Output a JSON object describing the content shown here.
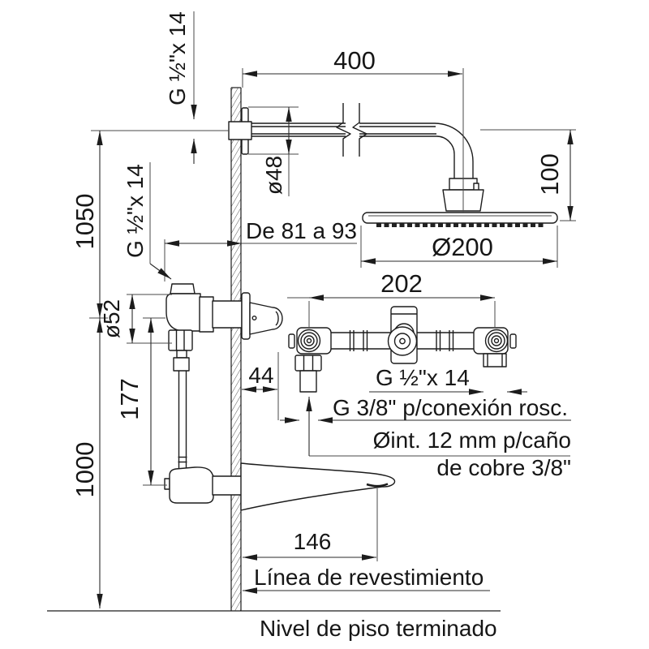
{
  "drawing": {
    "labels": {
      "arm_length": "400",
      "arm_thread": "G ½\"x 14",
      "escutcheon_diameter": "ø48",
      "head_offset": "100",
      "head_diameter": "Ø200",
      "upper_height": "1050",
      "wall_depth_range": "De 81 a 93",
      "valve_thread": "G ½\"x 14",
      "valve_diameter": "ø52",
      "valve_to_spout": "177",
      "handle_projection": "44",
      "lower_height": "1000",
      "mixer_width": "202",
      "mixer_outlet_thread": "G ½\"x 14",
      "mixer_inlet_thread": "G 3/8\" p/conexión rosc.",
      "copper_pipe_note_line1": "Øint. 12 mm p/caño",
      "copper_pipe_note_line2": "de cobre 3/8\"",
      "spout_length": "146",
      "finish_line": "Línea de revestimiento",
      "floor_line": "Nivel de piso terminado"
    }
  }
}
